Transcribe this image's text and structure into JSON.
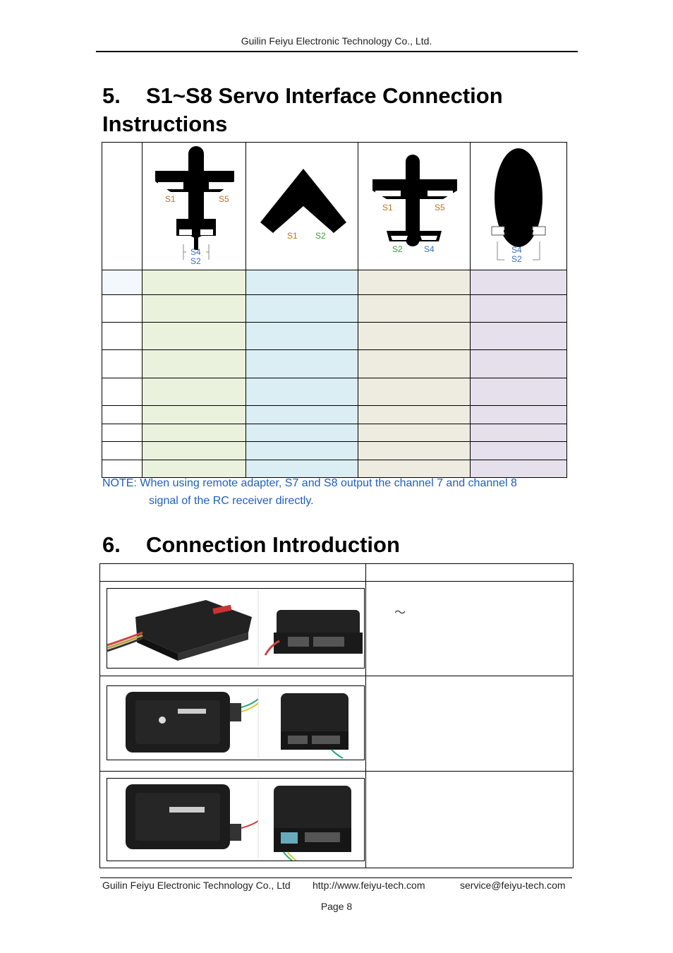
{
  "header": {
    "company": "Guilin Feiyu Electronic Technology Co., Ltd."
  },
  "section5": {
    "number": "5.",
    "title_line1": "S1~S8 Servo Interface Connection",
    "title_line2": "Instructions",
    "diagram_labels": {
      "plane1_left": "S1",
      "plane1_right": "S5",
      "plane1_tail_top": "S4",
      "plane1_tail_bottom": "S2",
      "wing_left": "S1",
      "wing_right": "S2",
      "plane2_left": "S1",
      "plane2_right": "S5",
      "plane2_tail_left": "S2",
      "plane2_tail_right": "S4",
      "oval_top": "S4",
      "oval_bottom": "S2"
    },
    "note_line1": "NOTE: When using remote adapter, S7 and S8 output the channel 7 and channel 8",
    "note_line2": "signal of the RC receiver directly."
  },
  "section6": {
    "number": "6.",
    "title": "Connection Introduction",
    "row1_text": "～"
  },
  "colors": {
    "col1": "#eaf1dd",
    "col2": "#daeef3",
    "col3": "#eeece1",
    "col4": "#e5e0ec",
    "col0": "#f2f8fb",
    "label_orange": "#c0711f",
    "label_green": "#3a9a3a",
    "label_blue": "#3a6fc0"
  },
  "footer": {
    "company": "Guilin Feiyu Electronic Technology Co., Ltd",
    "url": "http://www.feiyu-tech.com",
    "email": "service@feiyu-tech.com",
    "page": "Page 8"
  }
}
